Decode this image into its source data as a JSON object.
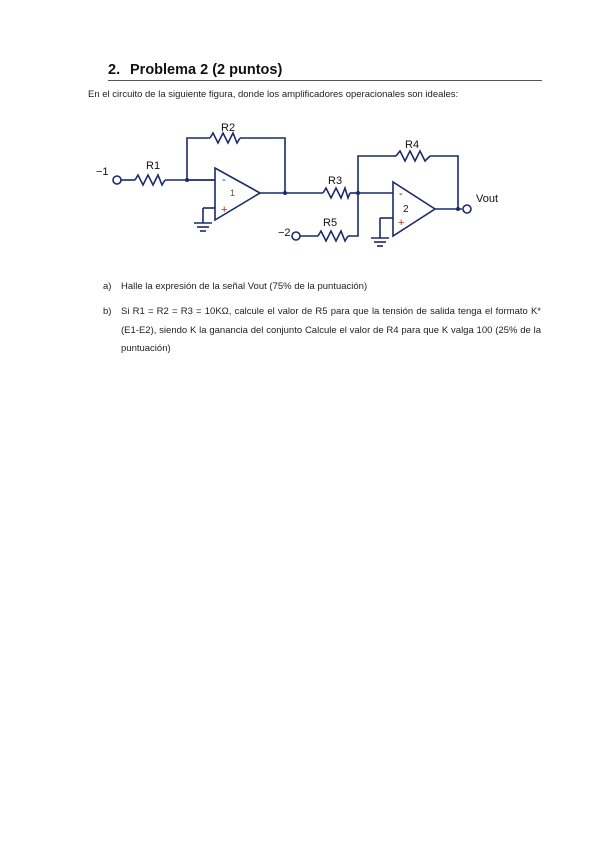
{
  "section": {
    "number": "2.",
    "title": "Problema 2 (2 puntos)"
  },
  "intro": "En el circuito de la siguiente figura, donde los amplificadores operacionales son ideales:",
  "circuit": {
    "input1": "−1",
    "input2": "−2",
    "output": "Vout",
    "resistors": {
      "r1": "R1",
      "r2": "R2",
      "r3": "R3",
      "r4": "R4",
      "r5": "R5"
    },
    "opamp1": {
      "minus": "-",
      "plus": "+",
      "label": "1"
    },
    "opamp2": {
      "minus": "-",
      "plus": "+",
      "label": "2"
    },
    "colors": {
      "wire": "#1b2a6b",
      "plus": "#c0202a",
      "label": "#111111"
    }
  },
  "questions": [
    {
      "letter": "a)",
      "text": "Halle la expresión de la señal Vout (75% de la puntuación)"
    },
    {
      "letter": "b)",
      "text_a": "Si R1 = R2 = R3 = 10KΩ,",
      "text_b": " calcule el valor de R5 para que la tensión de salida tenga el formato K*(E1-E2), siendo K la ganancia del conjunto Calcule el valor de R4 para que K valga 100 (25% de la puntuación)"
    }
  ]
}
